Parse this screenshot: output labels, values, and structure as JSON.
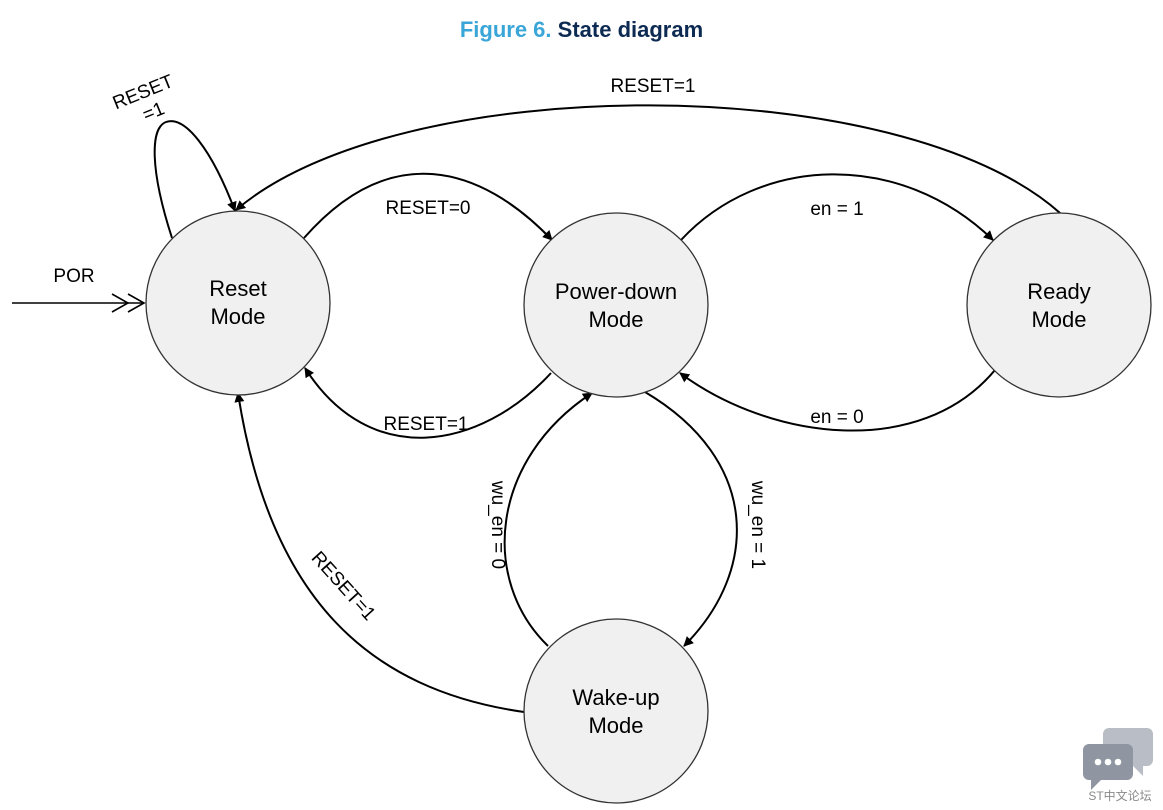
{
  "figure": {
    "number": "Figure 6.",
    "title": "State diagram"
  },
  "states": {
    "reset": [
      "Reset",
      "Mode"
    ],
    "powerdown": [
      "Power-down",
      "Mode"
    ],
    "ready": [
      "Ready",
      "Mode"
    ],
    "wakeup": [
      "Wake-up",
      "Mode"
    ]
  },
  "transitions": {
    "por": "POR",
    "reset_self": [
      "RESET",
      "=1"
    ],
    "ready_to_reset": "RESET=1",
    "reset_to_powerdown": "RESET=0",
    "powerdown_to_reset": "RESET=1",
    "powerdown_to_ready": "en = 1",
    "ready_to_powerdown": "en = 0",
    "wakeup_to_powerdown": "wu_en = 0",
    "powerdown_to_wakeup": "wu_en = 1",
    "wakeup_to_reset": "RESET=1"
  },
  "watermark": {
    "text": "ST中文论坛",
    "icon": "chat-bubbles-icon"
  }
}
